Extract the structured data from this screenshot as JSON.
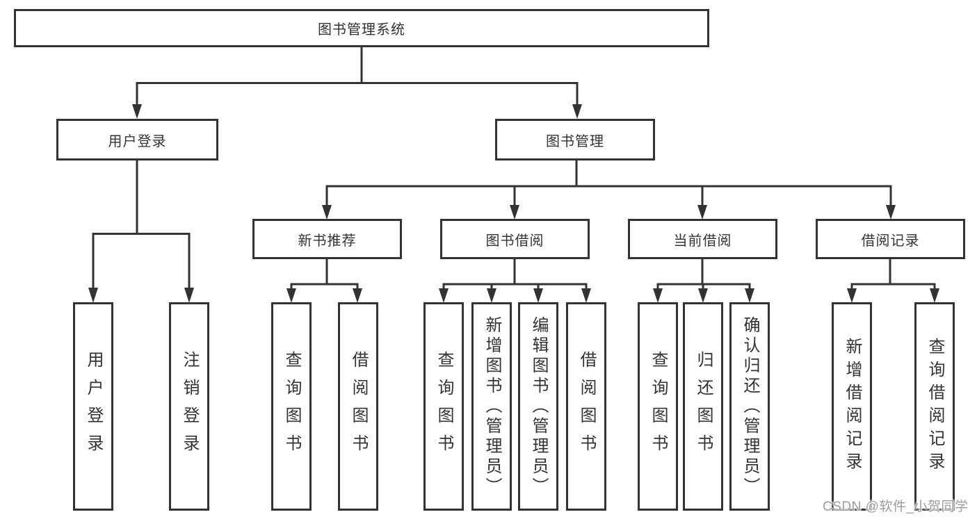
{
  "diagram": {
    "root": {
      "label": "图书管理系统"
    },
    "branches": [
      {
        "label": "用户登录",
        "children": [
          {
            "label": "用户登录"
          },
          {
            "label": "注销登录"
          }
        ]
      },
      {
        "label": "图书管理",
        "sections": [
          {
            "label": "新书推荐",
            "children": [
              {
                "label": "查询图书"
              },
              {
                "label": "借阅图书"
              }
            ]
          },
          {
            "label": "图书借阅",
            "children": [
              {
                "label": "查询图书"
              },
              {
                "label": "新增图书（管理员）"
              },
              {
                "label": "编辑图书（管理员）"
              },
              {
                "label": "借阅图书"
              }
            ]
          },
          {
            "label": "当前借阅",
            "children": [
              {
                "label": "查询图书"
              },
              {
                "label": "归还图书"
              },
              {
                "label": "确认归还（管理员）"
              }
            ]
          },
          {
            "label": "借阅记录",
            "children": [
              {
                "label": "新增借阅记录"
              },
              {
                "label": "查询借阅记录"
              }
            ]
          }
        ]
      }
    ]
  },
  "watermark": {
    "text": "CSDN @软件_小贺同学"
  },
  "colors": {
    "line": "#333333",
    "box_border": "#333333",
    "text": "#333333",
    "watermark": "#9c9c9c",
    "background": "#ffffff"
  }
}
